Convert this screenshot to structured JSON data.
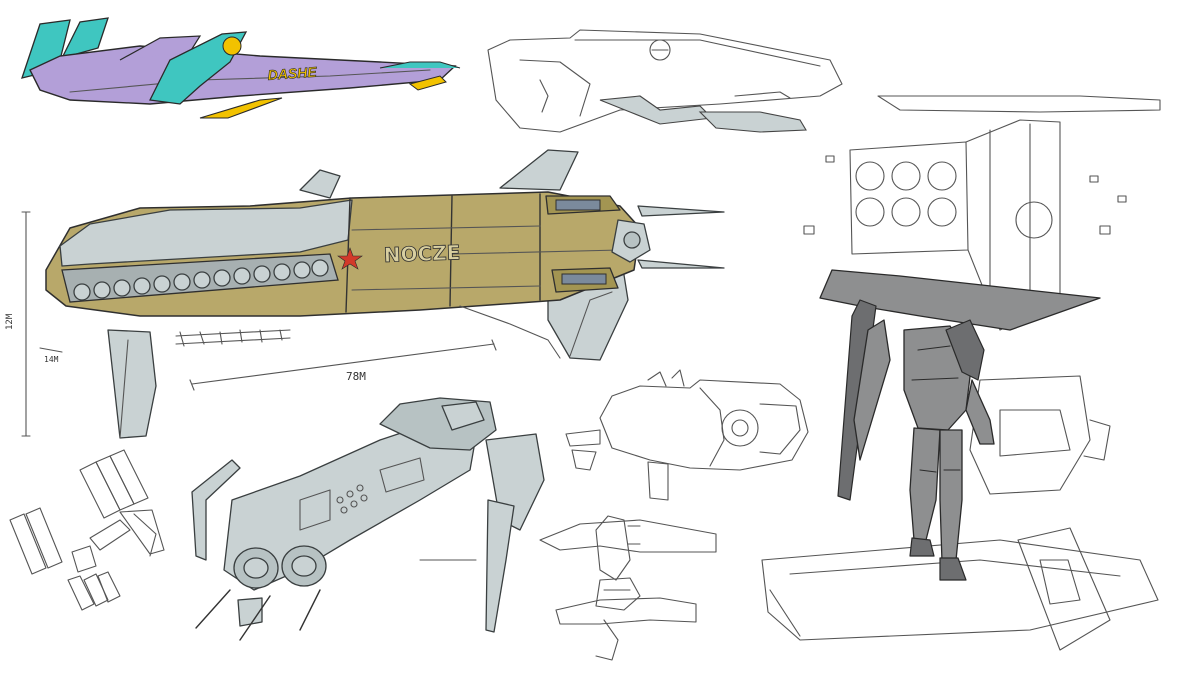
{
  "labels": {
    "hull_name": "NOCZE",
    "race_logo": "DASHE",
    "height_dim": "12M",
    "depth_dim": "14M",
    "length_dim": "78M"
  },
  "colors": {
    "race_purple": "#b39fd8",
    "race_teal": "#3fc6c0",
    "race_yellow": "#f2c200",
    "khaki": "#b8a86a",
    "steel": "#c9d2d3",
    "mech_dark": "#8e8f90",
    "star_red": "#d23a2a"
  }
}
